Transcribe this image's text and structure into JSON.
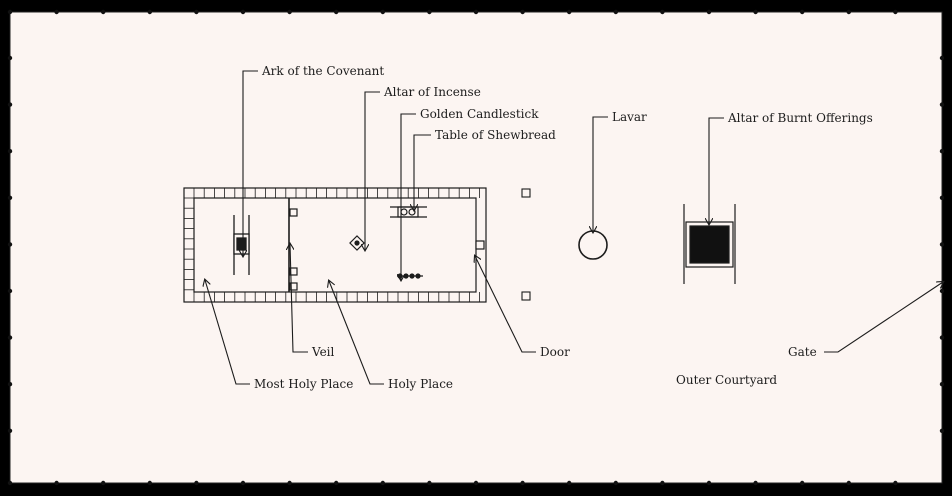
{
  "colors": {
    "background": "#fcf5f2",
    "ink": "#1c1c1c",
    "border": "#000000"
  },
  "labels": {
    "ark": "Ark of the Covenant",
    "altar_incense": "Altar of Incense",
    "candlestick": "Golden Candlestick",
    "shewbread": "Table of Shewbread",
    "lavar": "Lavar",
    "burnt_offerings": "Altar of Burnt Offerings",
    "door": "Door",
    "veil": "Veil",
    "most_holy": "Most Holy Place",
    "holy_place": "Holy Place",
    "outer_courtyard": "Outer Courtyard",
    "gate": "Gate"
  },
  "icons": [
    "post-marker",
    "leader-arrow",
    "pillar"
  ]
}
